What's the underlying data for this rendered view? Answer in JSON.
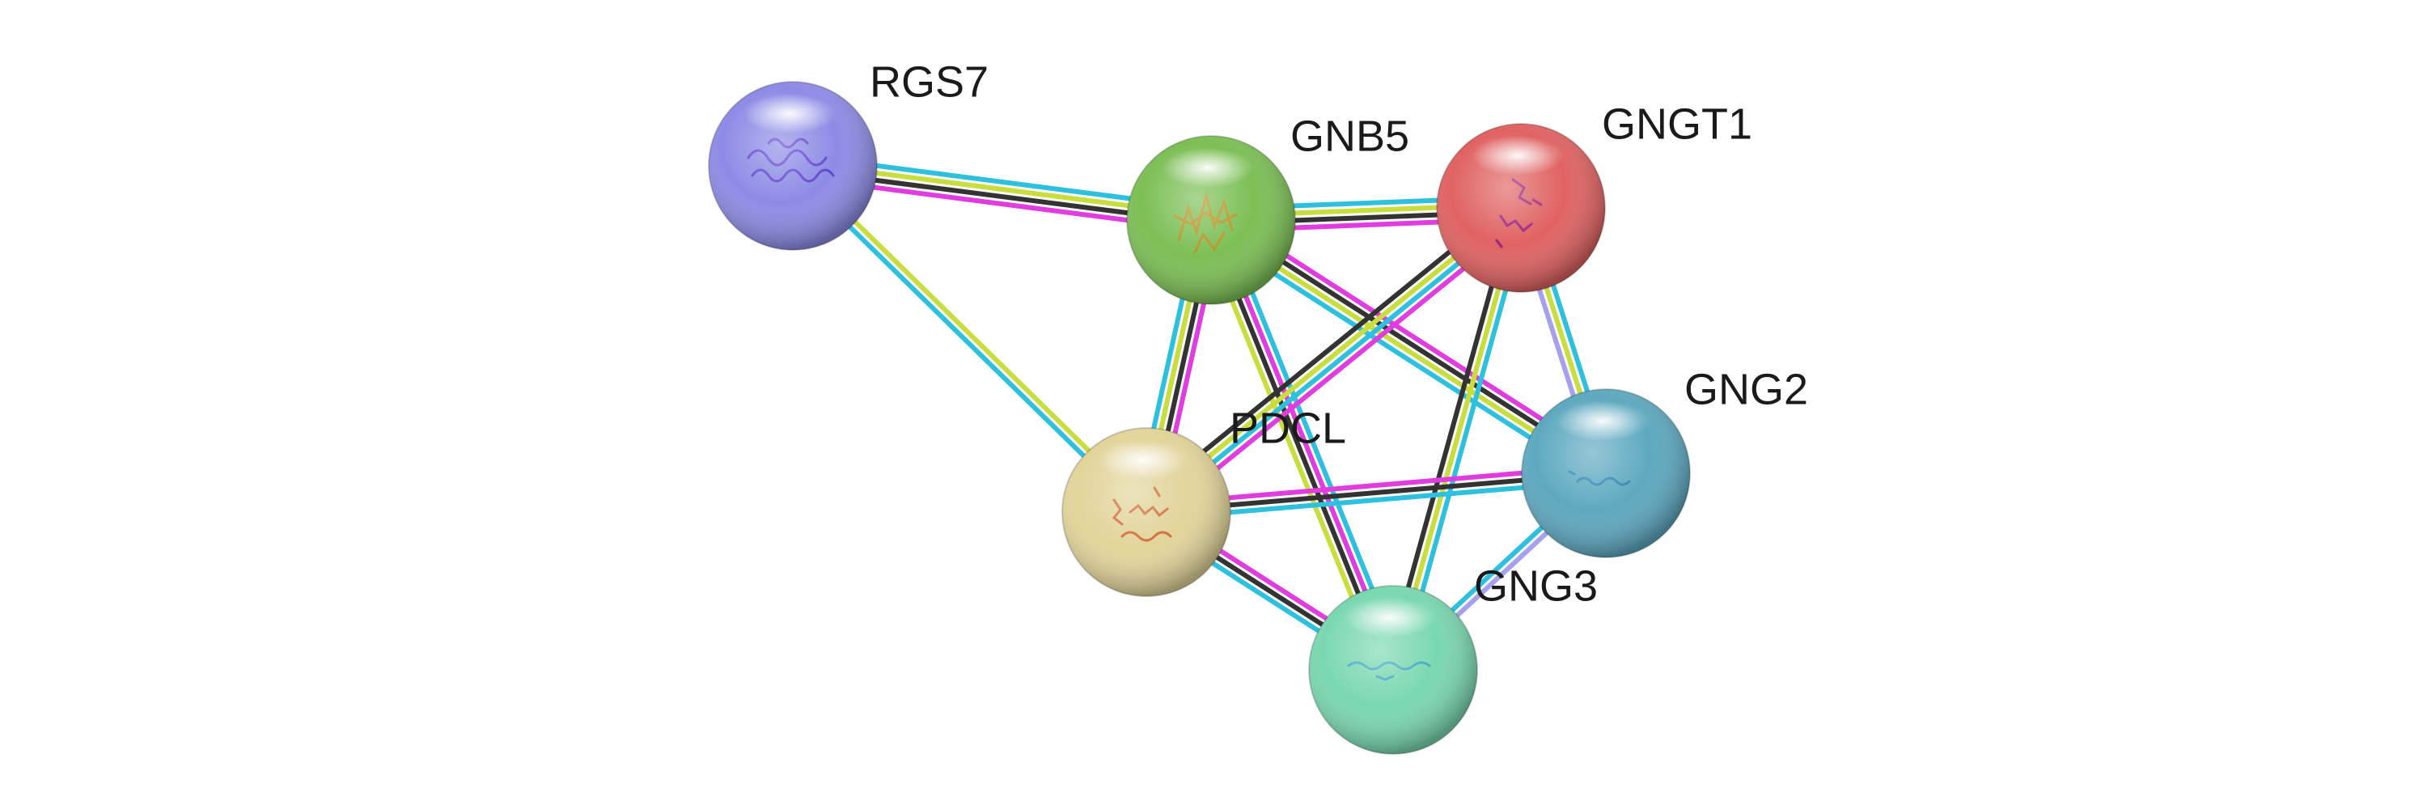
{
  "network": {
    "edge_colors": {
      "cyan": "#2ec0df",
      "yellow": "#c9dd3c",
      "black": "#333333",
      "magenta": "#e03ce0",
      "lavender": "#a7a0ec"
    },
    "nodes": [
      {
        "id": "RGS7",
        "label": "RGS7",
        "color": "#8c8ce6",
        "glyph_color": "#5b38c9"
      },
      {
        "id": "GNB5",
        "label": "GNB5",
        "color": "#7cbf55",
        "glyph_color": "#c98a1a"
      },
      {
        "id": "GNGT1",
        "label": "GNGT1",
        "color": "#e06262",
        "glyph_color": "#8a1a8a"
      },
      {
        "id": "GNG2",
        "label": "GNG2",
        "color": "#5ea9c0",
        "glyph_color": "#2a7fb0"
      },
      {
        "id": "PDCL",
        "label": "PDCL",
        "color": "#e2d49a",
        "glyph_color": "#d05a2a"
      },
      {
        "id": "GNG3",
        "label": "GNG3",
        "color": "#7ad8b0",
        "glyph_color": "#3aa0c8"
      }
    ],
    "edges": [
      {
        "source": "RGS7",
        "target": "GNB5",
        "colors": [
          "cyan",
          "yellow",
          "black",
          "magenta"
        ]
      },
      {
        "source": "RGS7",
        "target": "PDCL",
        "colors": [
          "yellow",
          "cyan"
        ]
      },
      {
        "source": "GNB5",
        "target": "GNGT1",
        "colors": [
          "cyan",
          "yellow",
          "black",
          "magenta"
        ]
      },
      {
        "source": "GNB5",
        "target": "PDCL",
        "colors": [
          "magenta",
          "black",
          "yellow",
          "cyan"
        ]
      },
      {
        "source": "GNB5",
        "target": "GNG2",
        "colors": [
          "magenta",
          "black",
          "yellow",
          "cyan"
        ]
      },
      {
        "source": "GNB5",
        "target": "GNG3",
        "colors": [
          "cyan",
          "magenta",
          "black",
          "yellow"
        ]
      },
      {
        "source": "GNGT1",
        "target": "PDCL",
        "colors": [
          "magenta",
          "cyan",
          "yellow",
          "black"
        ]
      },
      {
        "source": "GNGT1",
        "target": "GNG2",
        "colors": [
          "cyan",
          "yellow",
          "lavender"
        ]
      },
      {
        "source": "GNGT1",
        "target": "GNG3",
        "colors": [
          "cyan",
          "yellow",
          "black"
        ]
      },
      {
        "source": "PDCL",
        "target": "GNG2",
        "colors": [
          "magenta",
          "black",
          "cyan"
        ]
      },
      {
        "source": "PDCL",
        "target": "GNG3",
        "colors": [
          "magenta",
          "black",
          "cyan"
        ]
      },
      {
        "source": "GNG2",
        "target": "GNG3",
        "colors": [
          "lavender",
          "cyan"
        ]
      }
    ]
  }
}
